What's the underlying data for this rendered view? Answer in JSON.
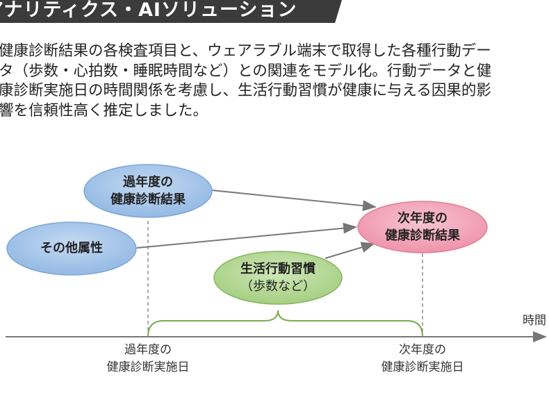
{
  "header": {
    "title": "アナリティクス・AIソリューション"
  },
  "description": {
    "lines": [
      "健康診断結果の各検査項目と、ウェアラブル端末で取得した各種行動デー",
      "タ（歩数・心拍数・睡眠時間など）との関連をモデル化。行動データと健",
      "康診断実施日の時間関係を考慮し、生活行動習慣が健康に与える因果的影",
      "響を信頼性高く推定しました。"
    ]
  },
  "diagram": {
    "nodes": {
      "past_result": [
        "過年度の",
        "健康診断結果"
      ],
      "other_attributes": [
        "その他属性"
      ],
      "next_result": [
        "次年度の",
        "健康診断結果"
      ],
      "lifestyle": [
        "生活行動習慣",
        "（歩数など）"
      ]
    },
    "axis": {
      "label": "時間",
      "past_date": [
        "過年度の",
        "健康診断実施日"
      ],
      "next_date": [
        "次年度の",
        "健康診断実施日"
      ]
    },
    "colors": {
      "blue": "#a9c8ea",
      "pink": "#f2a9bd",
      "green": "#b8d99a"
    }
  }
}
